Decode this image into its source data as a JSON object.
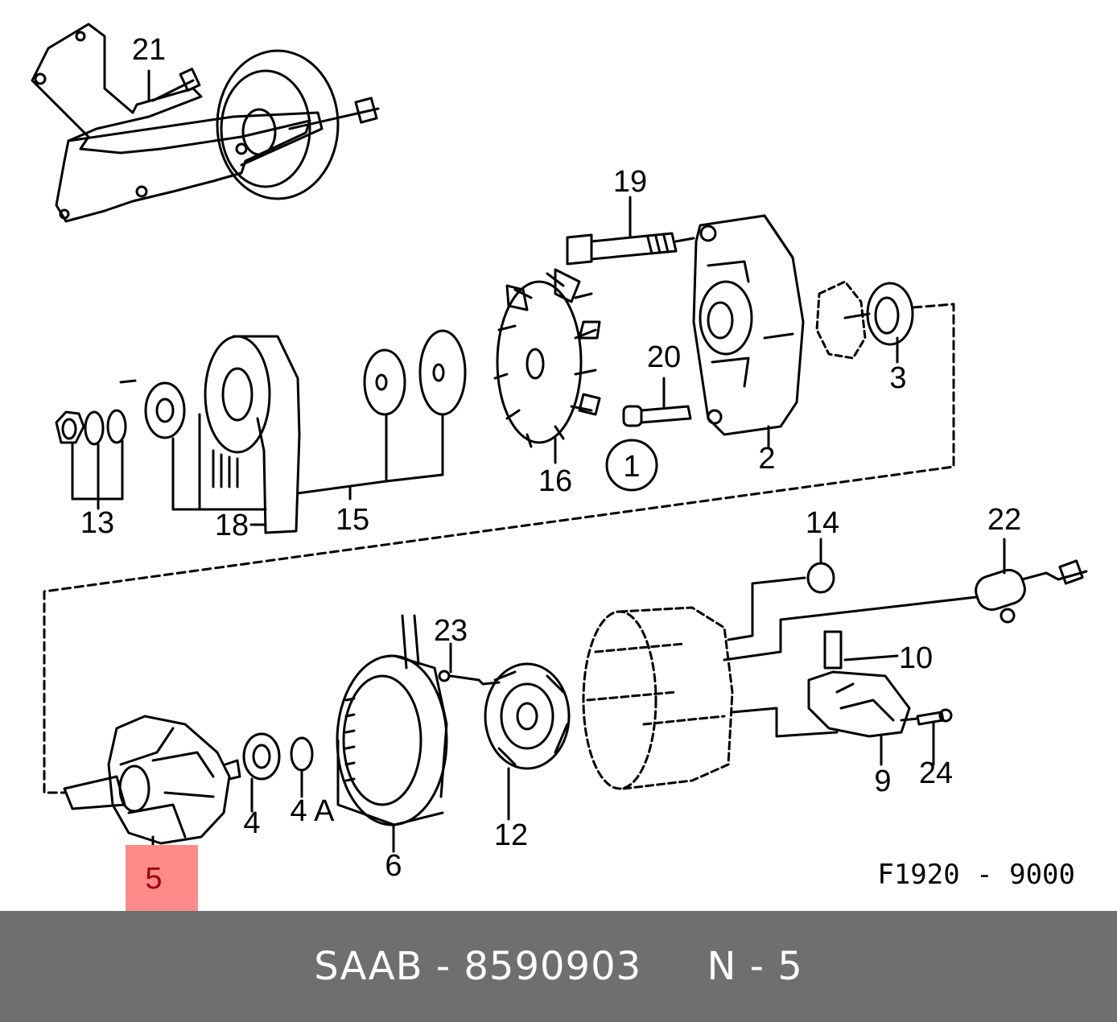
{
  "diagram": {
    "callouts": {
      "c21": "21",
      "c19": "19",
      "c20": "20",
      "c3": "3",
      "c2": "2",
      "c16": "16",
      "c1": "1",
      "c13": "13",
      "c18": "18",
      "c15": "15",
      "c14": "14",
      "c22": "22",
      "c23": "23",
      "c10": "10",
      "c24": "24",
      "c9": "9",
      "c12": "12",
      "c6": "6",
      "c4": "4",
      "c4a": "4 A",
      "c5": "5"
    },
    "reference_code": "F1920 - 9000",
    "highlight_color": "#ff8a8a"
  },
  "footer": {
    "text": "SAAB - 8590903     N - 5",
    "background": "#6f6f6f"
  }
}
